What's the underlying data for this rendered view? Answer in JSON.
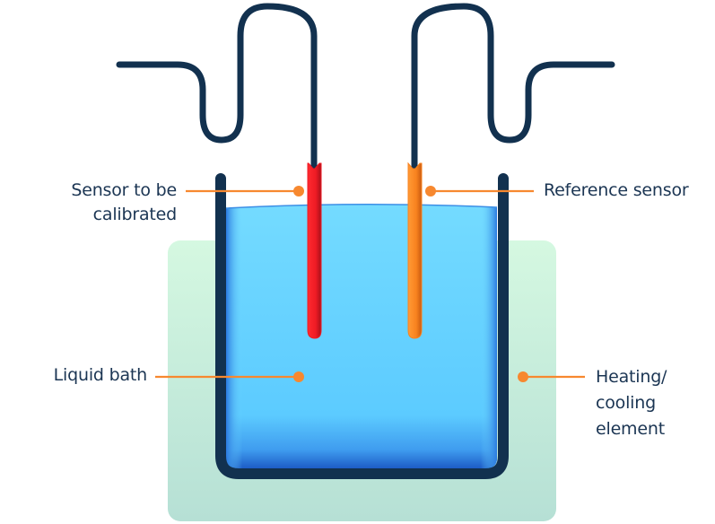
{
  "title": "Liquid bath sensor calibration",
  "colors": {
    "outline": "#12314f",
    "leader": "#f7882f",
    "sensor_calibrated": "#ee1b24",
    "sensor_reference": "#f8821f",
    "liquid_light": "#6dd6ff",
    "liquid_dark": "#1f63c9",
    "heater_top": "#d5f8e1",
    "heater_bottom": "#b6e0d5",
    "text": "#1b3553"
  },
  "labels": {
    "sensor_to_be_calibrated": [
      "Sensor to be",
      "calibrated"
    ],
    "reference_sensor": [
      "Reference sensor"
    ],
    "liquid_bath": [
      "Liquid bath"
    ],
    "heating_cooling_element": [
      "Heating/",
      "cooling",
      "element"
    ]
  }
}
